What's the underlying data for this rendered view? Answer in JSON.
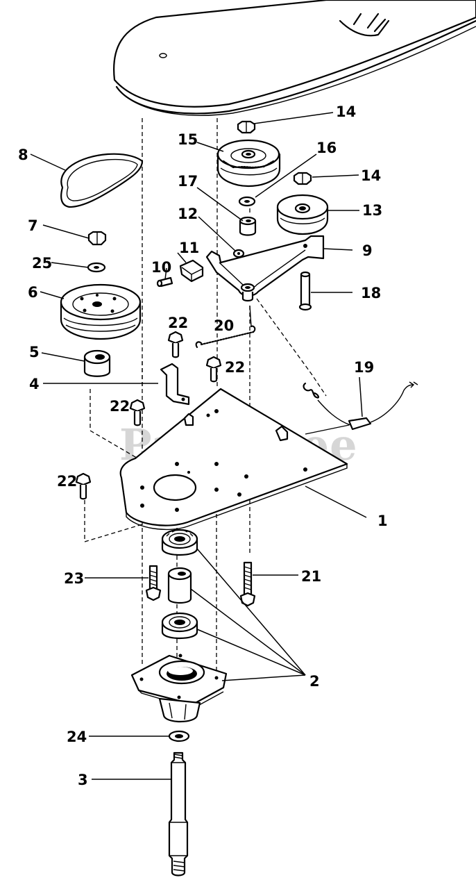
{
  "watermark": "PartsTree",
  "callouts": {
    "c1": "1",
    "c2": "2",
    "c3": "3",
    "c4": "4",
    "c5": "5",
    "c6": "6",
    "c7": "7",
    "c8": "8",
    "c9": "9",
    "c10": "10",
    "c11": "11",
    "c12": "12",
    "c13": "13",
    "c14a": "14",
    "c14b": "14",
    "c15": "15",
    "c16": "16",
    "c17": "17",
    "c18": "18",
    "c19": "19",
    "c20": "20",
    "c21": "21",
    "c22a": "22",
    "c22b": "22",
    "c22c": "22",
    "c22d": "22",
    "c23": "23",
    "c24": "24",
    "c25": "25"
  }
}
